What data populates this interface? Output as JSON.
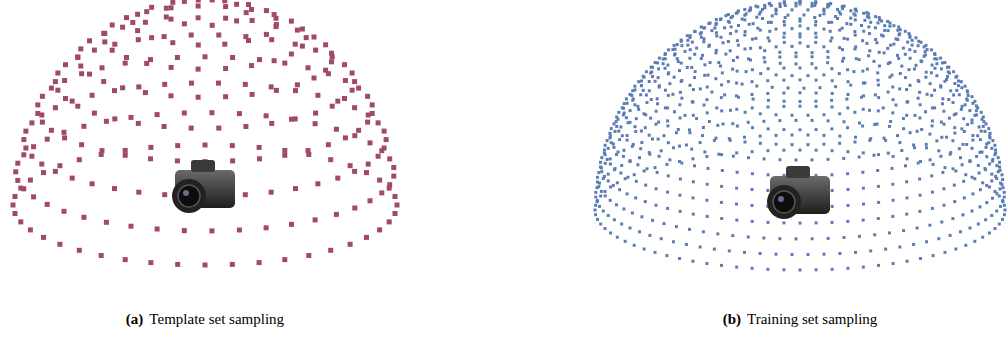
{
  "diagram": {
    "labels": [
      "(a)",
      "Template set sampling",
      "(b)",
      "Training set sampling"
    ]
  }
}
